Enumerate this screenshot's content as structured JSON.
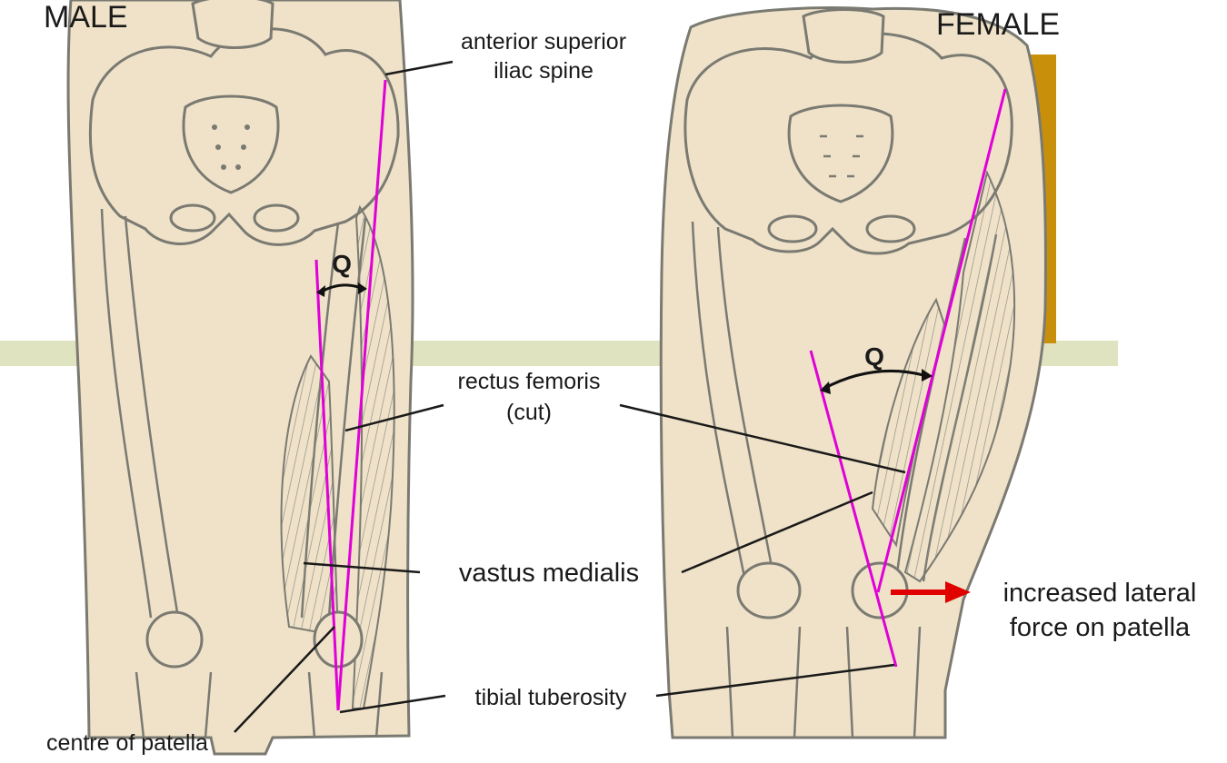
{
  "panels": {
    "male": {
      "title": "MALE"
    },
    "female": {
      "title": "FEMALE"
    }
  },
  "angle_label": "Q",
  "labels": {
    "asis_line1": "anterior superior",
    "asis_line2": "iliac spine",
    "rectus_line1": "rectus femoris",
    "rectus_line2": "(cut)",
    "vastus": "vastus medialis",
    "tibial": "tibial tuberosity",
    "patella": "centre of patella",
    "force_line1": "increased lateral",
    "force_line2": "force on patella"
  },
  "colors": {
    "q_line": "#e000d8",
    "force_arrow": "#e00000",
    "background_band": "#dfe3bf",
    "accent_bar": "#c8900a",
    "skin": "#efe2c8"
  }
}
